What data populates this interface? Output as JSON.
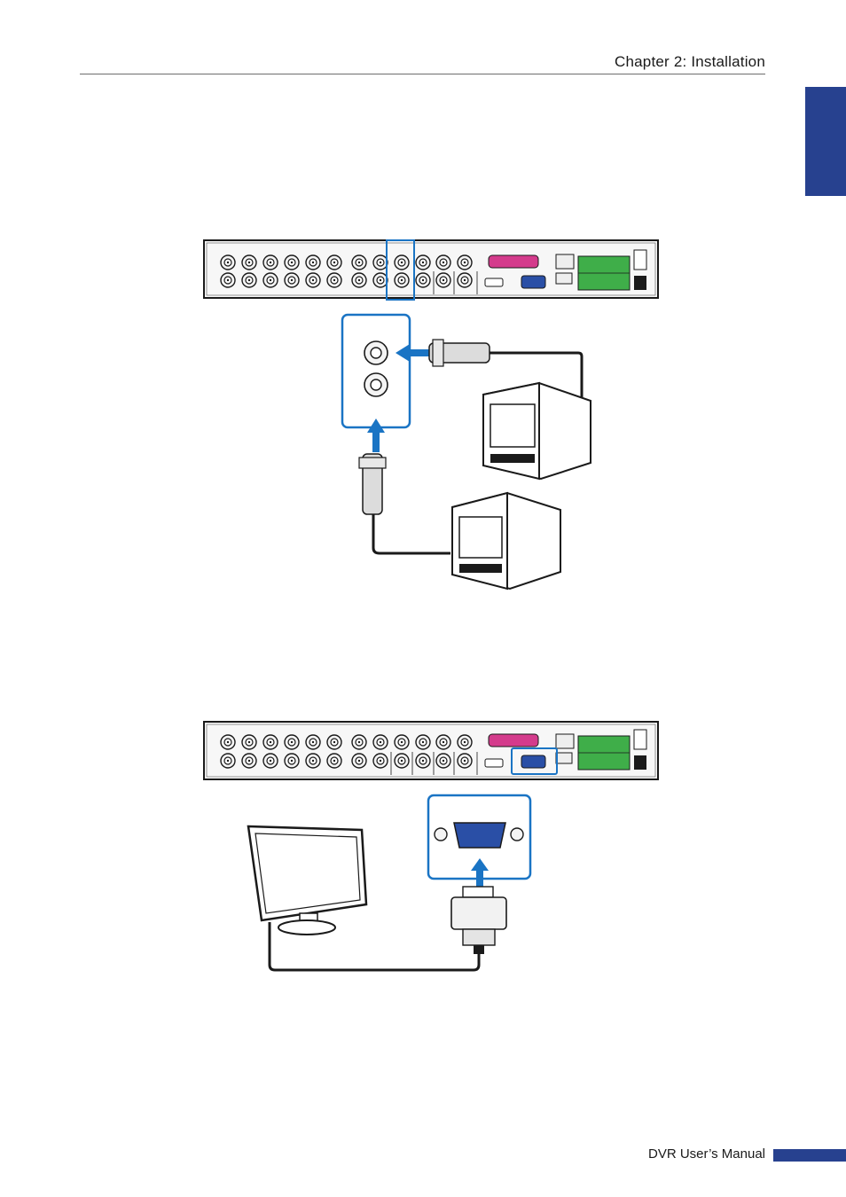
{
  "header": {
    "chapter_title": "Chapter 2: Installation"
  },
  "footer": {
    "manual_title": "DVR User’s Manual"
  },
  "colors": {
    "accent": "#27418f",
    "highlight": "#1a74c4",
    "vga_port": "#2a4fa6",
    "rs232_port": "#d43b8c",
    "terminal_block": "#3fae49"
  },
  "figures": [
    {
      "name": "spot-monitor-connection-diagram",
      "icons": [
        "dvr-rear-panel",
        "bnc-connector-icon",
        "crt-monitor-icon",
        "arrow-icon"
      ]
    },
    {
      "name": "vga-monitor-connection-diagram",
      "icons": [
        "dvr-rear-panel",
        "vga-port-icon",
        "lcd-monitor-icon",
        "vga-plug-icon",
        "arrow-icon"
      ]
    }
  ]
}
